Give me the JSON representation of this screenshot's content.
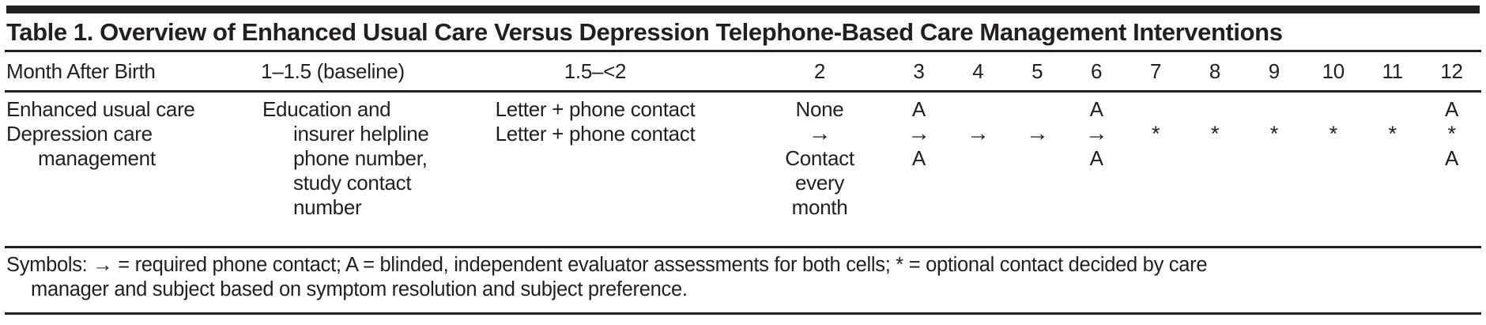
{
  "colors": {
    "ink": "#242021",
    "background": "#ffffff"
  },
  "title": "Table 1. Overview of Enhanced Usual Care Versus Depression Telephone-Based Care Management Interventions",
  "header": {
    "row_label": "Month After Birth",
    "baseline": "1–1.5 (baseline)",
    "window": "1.5–<2",
    "months": [
      "2",
      "3",
      "4",
      "5",
      "6",
      "7",
      "8",
      "9",
      "10",
      "11",
      "12"
    ]
  },
  "body": {
    "baseline_cell_lines": [
      "Education and",
      "insurer helpline",
      "phone number,",
      "study contact",
      "number"
    ],
    "enhanced": {
      "label": "Enhanced usual care",
      "window_cell": "Letter + phone contact",
      "month2": "None",
      "month3": "A",
      "month6": "A",
      "month12": "A"
    },
    "depression": {
      "label_lines": [
        "Depression care",
        "management"
      ],
      "window_cell": "Letter + phone contact",
      "month2_arrow": "→",
      "month2_note_lines": [
        "Contact",
        "every",
        "month"
      ],
      "month3_arrow": "→",
      "month4_arrow": "→",
      "month5_arrow": "→",
      "month6_arrow": "→",
      "month7_star": "*",
      "month8_star": "*",
      "month9_star": "*",
      "month10_star": "*",
      "month11_star": "*",
      "month12_star": "*",
      "month3": "A",
      "month6": "A",
      "month12": "A"
    }
  },
  "footnote_lines": [
    "Symbols: → = required phone contact; A = blinded, independent evaluator assessments for both cells; * = optional contact decided by care",
    "manager and subject based on symptom resolution and subject preference."
  ]
}
